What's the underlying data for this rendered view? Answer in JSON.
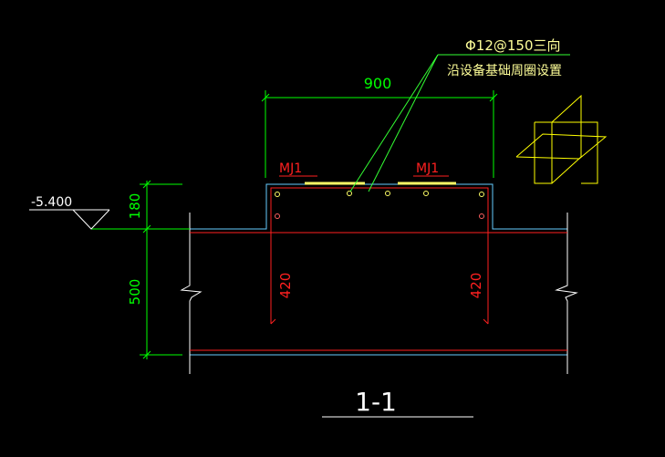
{
  "drawing": {
    "section_title": "1-1",
    "elevation": "-5.400",
    "dims": {
      "top_width": "900",
      "upper_height": "180",
      "lower_height": "500"
    },
    "embeds": {
      "left_label": "MJ1",
      "right_label": "MJ1"
    },
    "anchor_lengths": {
      "left": "420",
      "right": "420"
    },
    "note": {
      "line1": "Φ12@150三向",
      "line2": "沿设备基础周圈设置"
    }
  },
  "colors": {
    "background": "#000000",
    "dimension": "#00ff00",
    "rebar": "#ff2020",
    "concrete": "#66ccff",
    "embed": "#ffff66",
    "section": "#ffffff",
    "note_text": "#ffff99",
    "leader": "#33ff33",
    "iso_icon": "#ffff00"
  }
}
